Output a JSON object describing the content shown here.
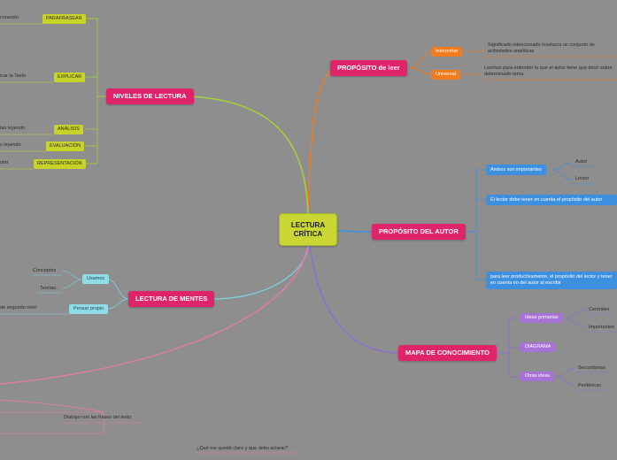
{
  "central": {
    "line1": "LECTURA",
    "line2": "CRÍTICA"
  },
  "proposito_leer": {
    "title": "PROPÓSITO de leer",
    "interpretar": {
      "label": "Interpretar",
      "text": "Significado intencionado involucra un conjunto de actividades analíticas"
    },
    "universal": {
      "label": "Universal",
      "text": "Leemos para entender lo que el autor tiene que decir sobre determinado tema."
    }
  },
  "niveles": {
    "title": "NIVELES DE LECTURA",
    "items": [
      {
        "label": "PARAFRASEAR",
        "text": "creación"
      },
      {
        "label": "EXPLICAR",
        "text": "icar la Texto"
      },
      {
        "label": "ANÁLISIS",
        "text": "tas leyendo"
      },
      {
        "label": "EVALUACIÓN",
        "text": "s leyendo"
      },
      {
        "label": "REPRESENTACIÓN",
        "text": "utor"
      }
    ]
  },
  "proposito_autor": {
    "title": "PROPÓSITO DEL AUTOR",
    "ambos": {
      "label": "Ambos son importantes",
      "children": [
        "Autor",
        "Lector"
      ]
    },
    "lector_debe": "El lector debe tener en cuenta el propósito del autor",
    "para_leer": "para leer productivamente, el propósito del lector y tener en cuenta en del autor al escribir"
  },
  "lectura_mentes": {
    "title": "LECTURA DE MENTES",
    "usamos": {
      "label": "Usamos",
      "children": [
        "Conceptos",
        "Teorías"
      ]
    },
    "pensar": {
      "label": "Pensar propio",
      "text": "de segundo nivel"
    }
  },
  "mapa": {
    "title": "MAPA DE CONOCIMIENTO",
    "ideas_primarias": {
      "label": "Ideas primarias",
      "children": [
        "Centrales",
        "Importantes"
      ]
    },
    "diagrama": {
      "label": "DIAGRAMA"
    },
    "otras_ideas": {
      "label": "Otras ideas",
      "children": [
        "Secundarias",
        "Periféricas"
      ]
    }
  },
  "bottom": {
    "dialogo": "Dialogo con las frases del texto",
    "pregunta": "¿Qué me quedó claro y que debo aclarar?"
  },
  "colors": {
    "background": "#8e8e8e",
    "central": "#c9d633",
    "main": "#e0246a",
    "green": "#c8d32a",
    "orange": "#f27b1c",
    "blue": "#3d8fe0",
    "purple": "#a772d6",
    "cyan": "#8fdbe6",
    "pink": "#f06292"
  }
}
